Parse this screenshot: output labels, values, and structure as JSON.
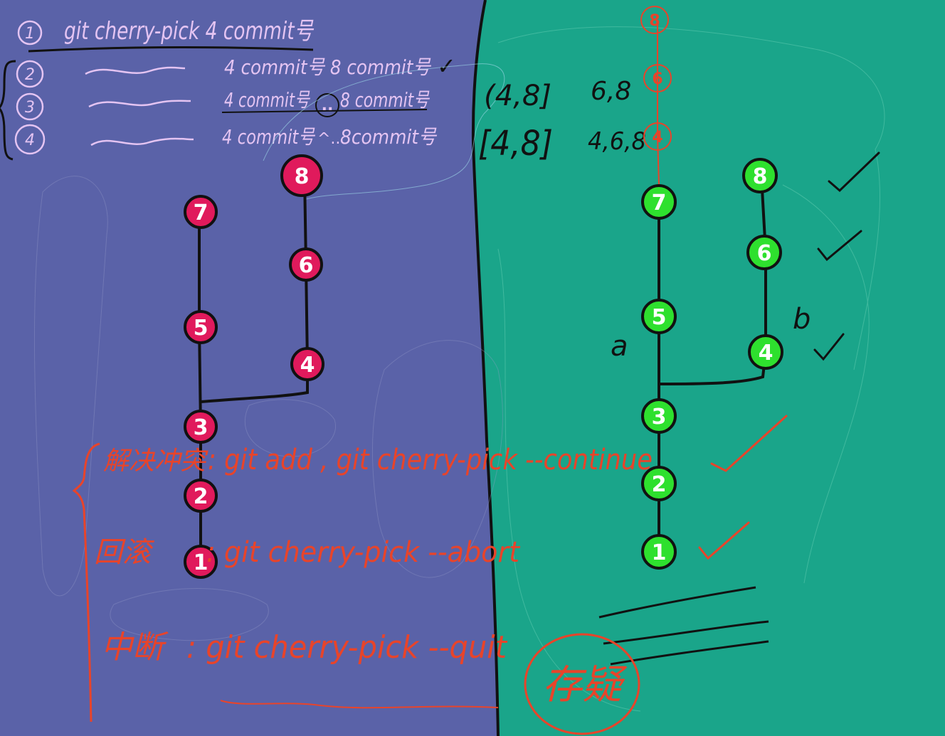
{
  "palette": {
    "left_bg": "#5a62a8",
    "right_bg": "#1aa58a",
    "pink_node": "#e01a5c",
    "green_node": "#2ee02e",
    "red_ink": "#e8442a",
    "lavender_ink": "#e4c4f2",
    "black_ink": "#111111",
    "white_ink": "#ffffff"
  },
  "notes": {
    "step1": {
      "num": "1",
      "text": "git cherry-pick 4 commit号"
    },
    "step2": {
      "num": "2",
      "text": "4 commit号 8 commit号",
      "check": "✓"
    },
    "step3": {
      "num": "3",
      "text_a": "4 commit号",
      "sep": "..",
      "text_b": "8 commit号"
    },
    "step4": {
      "num": "4",
      "text_a": "4 commit号",
      "sep": "^..",
      "text_b": "8commit号"
    }
  },
  "ranges": [
    {
      "range": "(4,8]",
      "picks": "6,8"
    },
    {
      "range": "[4,8]",
      "picks": "4,6,8"
    }
  ],
  "left_graph": {
    "main": [
      "1",
      "2",
      "3",
      "5",
      "7"
    ],
    "branch": [
      "4",
      "6",
      "8"
    ]
  },
  "right_graph": {
    "main": [
      "1",
      "2",
      "3",
      "5",
      "7"
    ],
    "branch": [
      "4",
      "6",
      "8"
    ],
    "picked": [
      "4",
      "6",
      "8"
    ],
    "branch_label_a": "a",
    "branch_label_b": "b"
  },
  "commands": {
    "resolve": {
      "label": "解决冲突",
      "cmd": ": git add , git cherry-pick --continue"
    },
    "rollback": {
      "label": "回滚",
      "cmd": ": git cherry-pick --abort"
    },
    "interrupt": {
      "label": "中断",
      "cmd": ": git cherry-pick --quit"
    }
  },
  "stamp": "存疑"
}
